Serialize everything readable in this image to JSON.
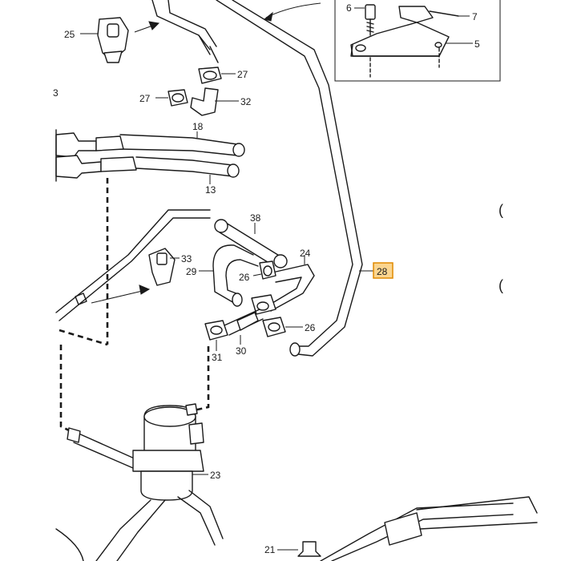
{
  "callouts": {
    "c25": "25",
    "c27a": "27",
    "c27b": "27",
    "c32": "32",
    "c3": "3",
    "c18": "18",
    "c13": "13",
    "c38": "38",
    "c33": "33",
    "c24": "24",
    "c29": "29",
    "c26a": "26",
    "c26b": "26",
    "c30": "30",
    "c31": "31",
    "c23": "23",
    "c21": "21",
    "c6": "6",
    "c7": "7",
    "c5": "5",
    "c28": "28",
    "p1": "(",
    "p2": "("
  },
  "colors": {
    "highlight_fill": "#fbd58f",
    "highlight_border": "#e08a00",
    "line": "#1a1a1a"
  }
}
